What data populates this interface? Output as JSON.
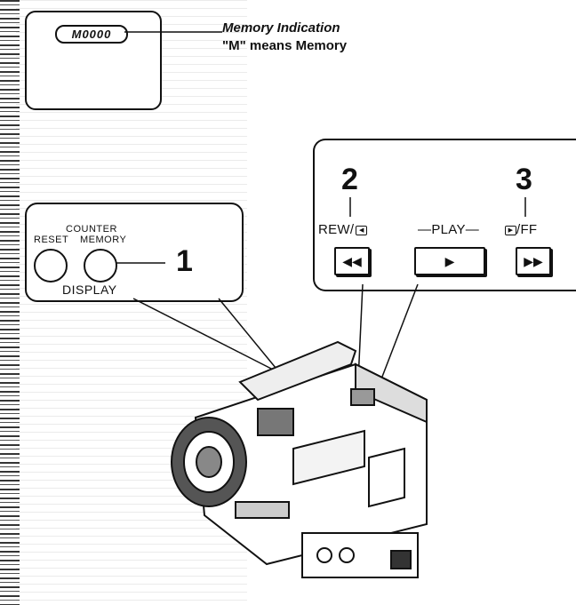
{
  "memory_indicator": {
    "display_text": "M0000",
    "caption_line1": "Memory Indication",
    "caption_line2": "\"M\" means Memory"
  },
  "display_panel": {
    "counter_reset_line1": "COUNTER",
    "counter_reset_line2": "RESET",
    "memory_label": "MEMORY",
    "display_label": "DISPLAY",
    "step_number": "1"
  },
  "playback_panel": {
    "step_rewind": "2",
    "step_fastforward": "3",
    "rew_label": "REW/",
    "play_label": "PLAY",
    "ff_label": "/FF",
    "rewind_glyph": "◀◀",
    "play_glyph": "▶",
    "ff_glyph": "▶▶"
  }
}
